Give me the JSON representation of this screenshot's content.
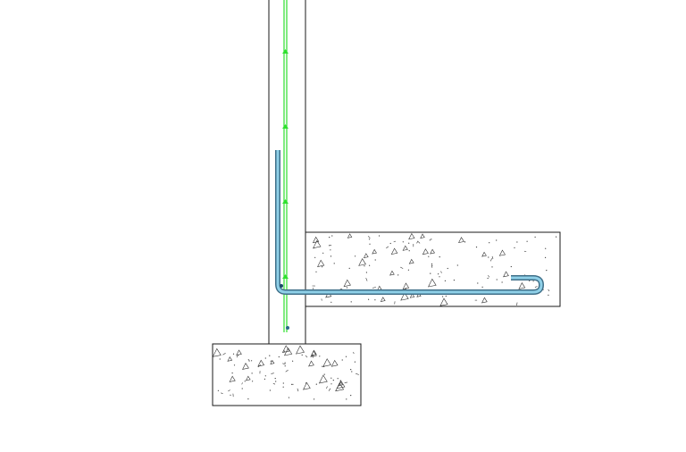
{
  "drawing": {
    "colors": {
      "background": "#ffffff",
      "outline": "#1a1a1a",
      "rebar_outer": "#3f6f88",
      "rebar_inner": "#8fd0e8",
      "rebar_green": "#2ee02e",
      "aggregate": "#333333"
    },
    "elements": {
      "wall": "concrete-wall-section",
      "slab": "concrete-slab-section",
      "footing": "concrete-footing-section",
      "vertical_rebar": "vertical-green-rebar",
      "l_bar": "l-shaped-hooked-rebar"
    }
  }
}
